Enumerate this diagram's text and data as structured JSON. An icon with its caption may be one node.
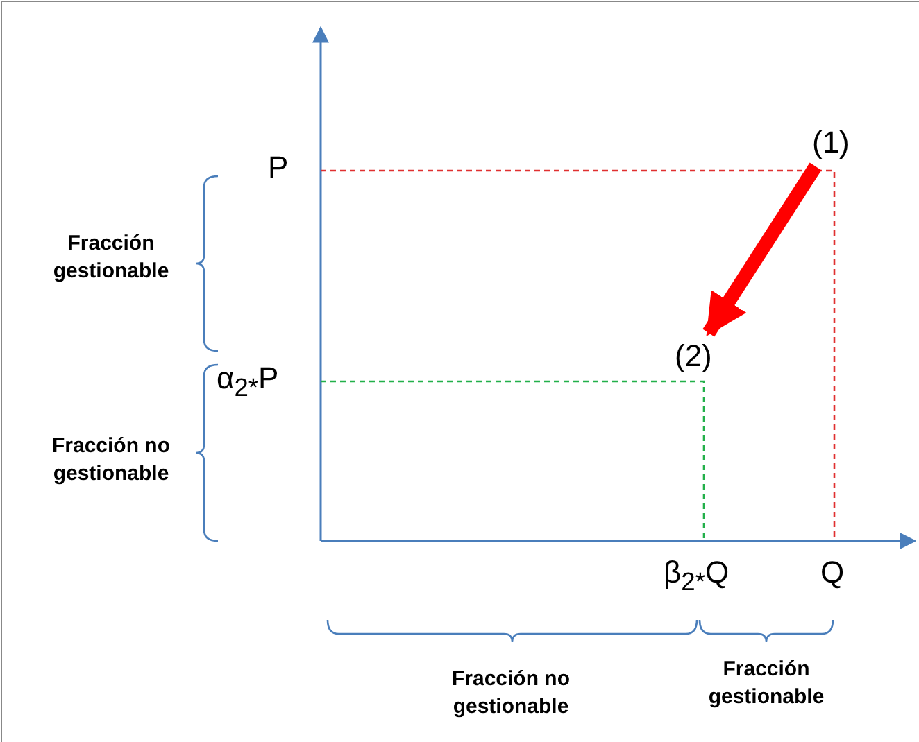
{
  "diagram": {
    "nodes": [
      {
        "text": [
          "(1)"
        ]
      },
      {
        "text": [
          "(2)"
        ]
      }
    ],
    "edges": [
      {
        "from": 0,
        "to": 1,
        "arrow": "to",
        "color": "#ff0000"
      }
    ],
    "labels": [
      "P",
      "Fracción gestionable",
      "α$_{2*}$P",
      "Fracción no gestionable",
      "β$_{2*}$Q",
      "Q",
      "Fracción no gestionable",
      "Fracción gestionable"
    ]
  }
}
